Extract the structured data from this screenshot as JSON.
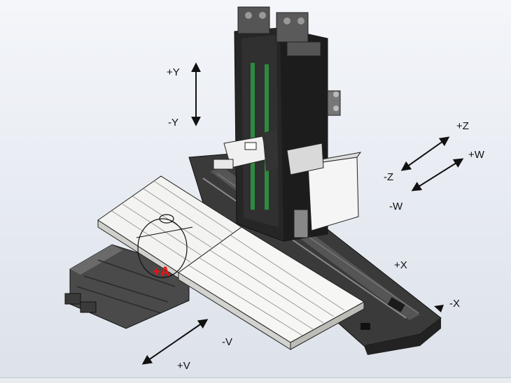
{
  "axis_labels": {
    "plus_y": "+Y",
    "minus_y": "-Y",
    "plus_z": "+Z",
    "minus_z": "-Z",
    "plus_w": "+W",
    "minus_w": "-W",
    "plus_x": "+X",
    "minus_x": "-X",
    "plus_v": "+V",
    "minus_v": "-V",
    "plus_a": "+A"
  },
  "colors": {
    "accent_rotation": "#e11111",
    "machine_dark": "#2b2b2b",
    "table_surface": "#f3f3f1",
    "arrow": "#111111"
  }
}
